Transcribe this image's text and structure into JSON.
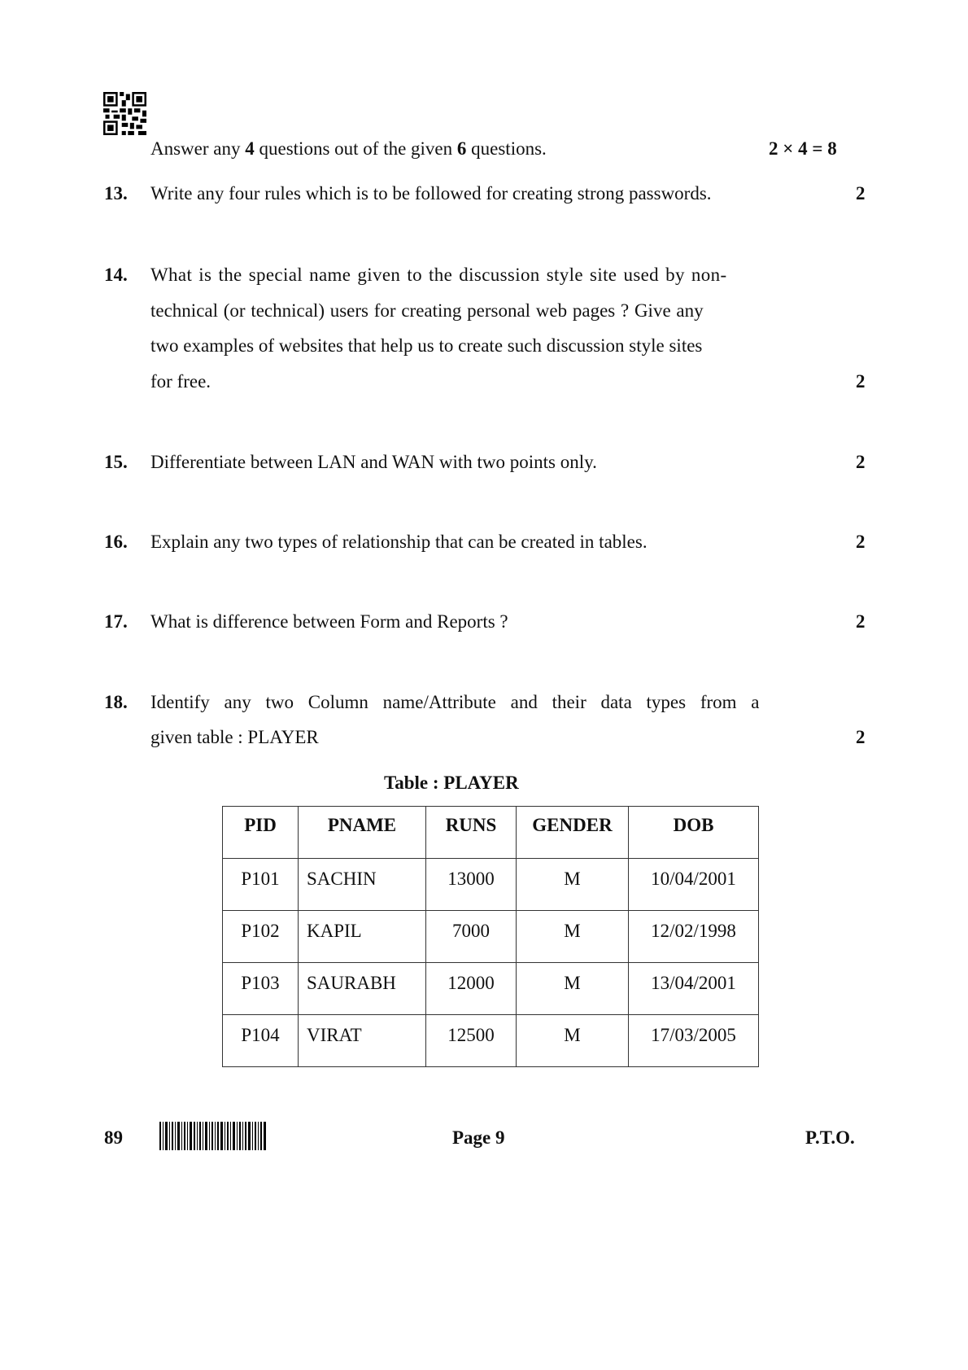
{
  "header": {
    "qr_icon": "qr-code-icon",
    "instruction": {
      "pre": "Answer any ",
      "n1": "4",
      "mid": " questions out of the given ",
      "n2": "6",
      "post": " questions."
    },
    "marks_formula": "2 × 4 = 8"
  },
  "questions": [
    {
      "number": "13.",
      "text": "Write any four rules which is to be followed for creating strong passwords.",
      "marks": "2"
    },
    {
      "number": "14.",
      "lines": [
        "What is the special name given to the discussion style site used by non-",
        "technical (or technical) users for creating personal web pages ? Give any",
        "two examples of websites that help us to create such discussion style sites",
        "for free."
      ],
      "marks": "2"
    },
    {
      "number": "15.",
      "text": "Differentiate between LAN and WAN with two points only.",
      "marks": "2"
    },
    {
      "number": "16.",
      "text": "Explain any two types of relationship that can be created in tables.",
      "marks": "2"
    },
    {
      "number": "17.",
      "text": "What is difference between Form and Reports ?",
      "marks": "2"
    },
    {
      "number": "18.",
      "lines": [
        "Identify any two Column name/Attribute and their data types from a",
        "given table : PLAYER"
      ],
      "marks": "2"
    }
  ],
  "table": {
    "caption": "Table : PLAYER",
    "headers": [
      "PID",
      "PNAME",
      "RUNS",
      "GENDER",
      "DOB"
    ],
    "rows": [
      [
        "P101",
        "SACHIN",
        "13000",
        "M",
        "10/04/2001"
      ],
      [
        "P102",
        "KAPIL",
        "7000",
        "M",
        "12/02/1998"
      ],
      [
        "P103",
        "SAURABH",
        "12000",
        "M",
        "13/04/2001"
      ],
      [
        "P104",
        "VIRAT",
        "12500",
        "M",
        "17/03/2005"
      ]
    ]
  },
  "footer": {
    "code": "89",
    "barcode_icon": "barcode-icon",
    "page": "Page 9",
    "pto": "P.T.O."
  }
}
